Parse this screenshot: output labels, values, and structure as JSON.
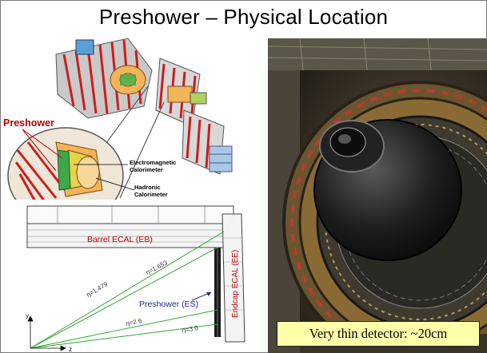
{
  "slide": {
    "title": "Preshower – Physical Location",
    "caption": "Very thin detector: ~20cm"
  },
  "cutaway": {
    "preshower_label": "Preshower",
    "em_label_line1": "Electromagnetic",
    "em_label_line2": "Calorimeter",
    "had_label_line1": "Hadronic",
    "had_label_line2": "Calorimeter"
  },
  "layout": {
    "barrel_label": "Barrel ECAL (EB)",
    "endcap_label": "Endcap ECAL (EE)",
    "preshower_label": "Preshower (ES)",
    "axis_y": "y",
    "axis_z": "z",
    "eta_lines": [
      "η=1.479",
      "η=1.653",
      "η=2.6",
      "η=3.0"
    ]
  },
  "colors": {
    "preshower_red": "#c00000",
    "green_line": "#2fa82f",
    "caption_bg": "#ffffaa",
    "es_blue": "#1a2a8a"
  }
}
